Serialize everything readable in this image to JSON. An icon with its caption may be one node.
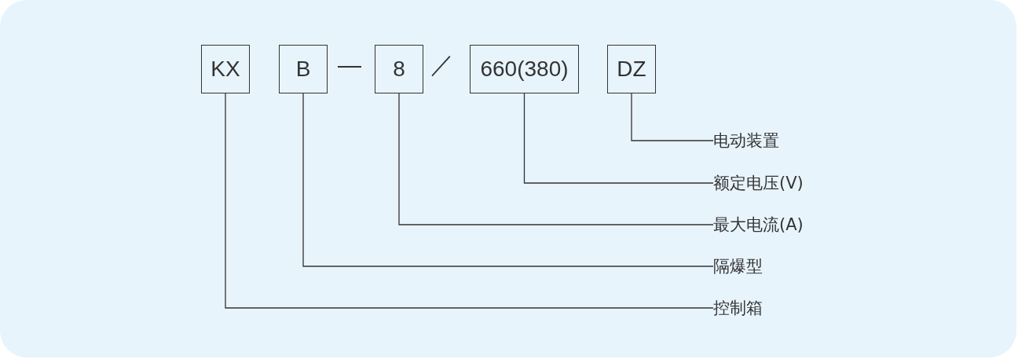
{
  "diagram": {
    "nodes": [
      {
        "text": [
          "KX"
        ]
      },
      {
        "text": [
          "B"
        ]
      },
      {
        "text": [
          "8"
        ]
      },
      {
        "text": [
          "660(380)"
        ]
      },
      {
        "text": [
          "DZ"
        ]
      },
      {
        "text": [
          "电动装置"
        ]
      },
      {
        "text": [
          "额定电压(V)"
        ]
      },
      {
        "text": [
          "最大电流(A)"
        ]
      },
      {
        "text": [
          "隔爆型"
        ]
      },
      {
        "text": [
          "控制箱"
        ]
      }
    ],
    "edges": [
      {
        "from": 4,
        "to": 5,
        "arrow": "none"
      },
      {
        "from": 3,
        "to": 6,
        "arrow": "none"
      },
      {
        "from": 2,
        "to": 7,
        "arrow": "none"
      },
      {
        "from": 1,
        "to": 8,
        "arrow": "none"
      },
      {
        "from": 0,
        "to": 9,
        "arrow": "none"
      }
    ],
    "labels": [
      "—",
      "／"
    ]
  }
}
